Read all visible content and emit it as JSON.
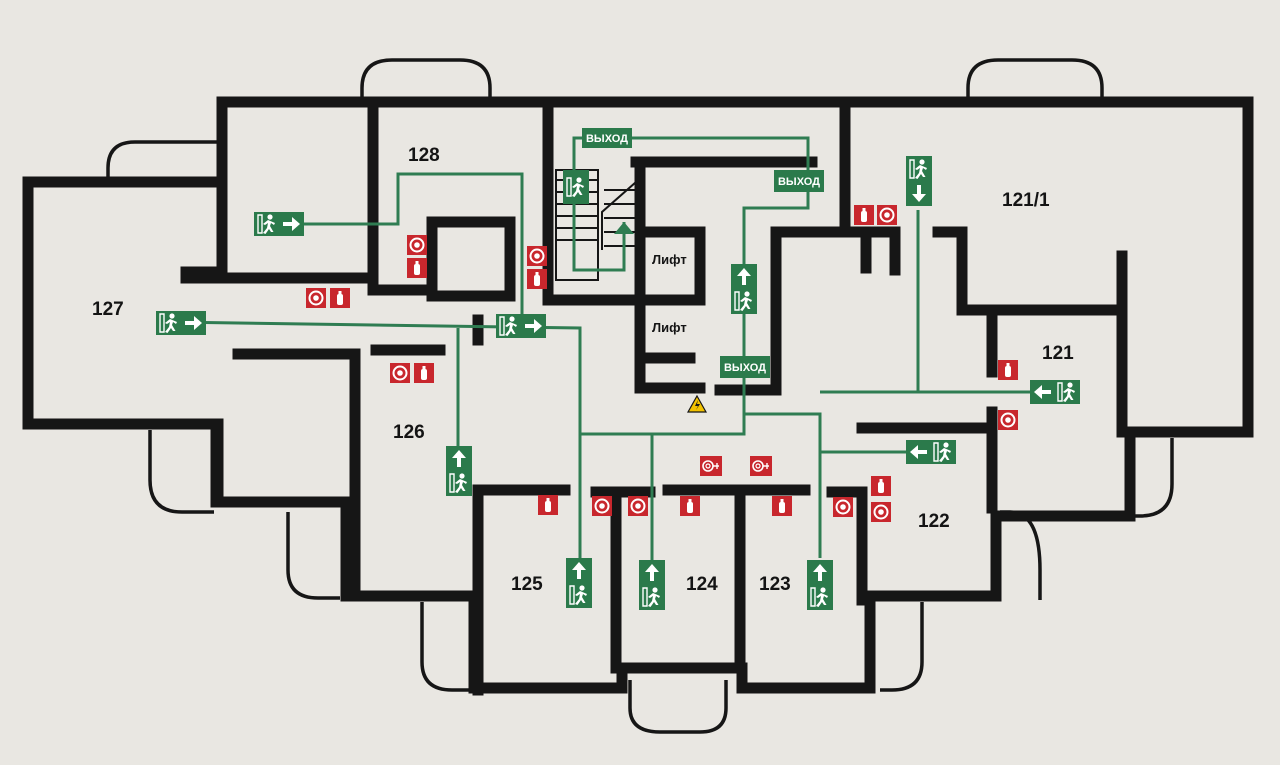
{
  "plan": {
    "colors": {
      "wall": "#161616",
      "route": "#2f7d52",
      "sign_green": "#2b7a4b",
      "sign_red": "#c8272d",
      "background": "#e9e7e2"
    },
    "rooms": [
      {
        "id": "r128",
        "label": "128"
      },
      {
        "id": "r127",
        "label": "127"
      },
      {
        "id": "r126",
        "label": "126"
      },
      {
        "id": "r125",
        "label": "125"
      },
      {
        "id": "r124",
        "label": "124"
      },
      {
        "id": "r123",
        "label": "123"
      },
      {
        "id": "r122",
        "label": "122"
      },
      {
        "id": "r121",
        "label": "121"
      },
      {
        "id": "r121-1",
        "label": "121/1"
      }
    ],
    "lifts": [
      {
        "id": "lift-1",
        "label": "Лифт"
      },
      {
        "id": "lift-2",
        "label": "Лифт"
      }
    ],
    "exit_signs": [
      {
        "id": "exit-1",
        "label": "ВЫХОД"
      },
      {
        "id": "exit-2",
        "label": "ВЫХОД"
      },
      {
        "id": "exit-3",
        "label": "ВЫХОД"
      }
    ],
    "icons": {
      "evacuation_sign": "running-person-arrow-icon",
      "fire_alarm": "fire-alarm-icon",
      "extinguisher": "fire-extinguisher-icon",
      "hose": "fire-hose-icon",
      "hazard": "electrical-hazard-icon"
    }
  }
}
